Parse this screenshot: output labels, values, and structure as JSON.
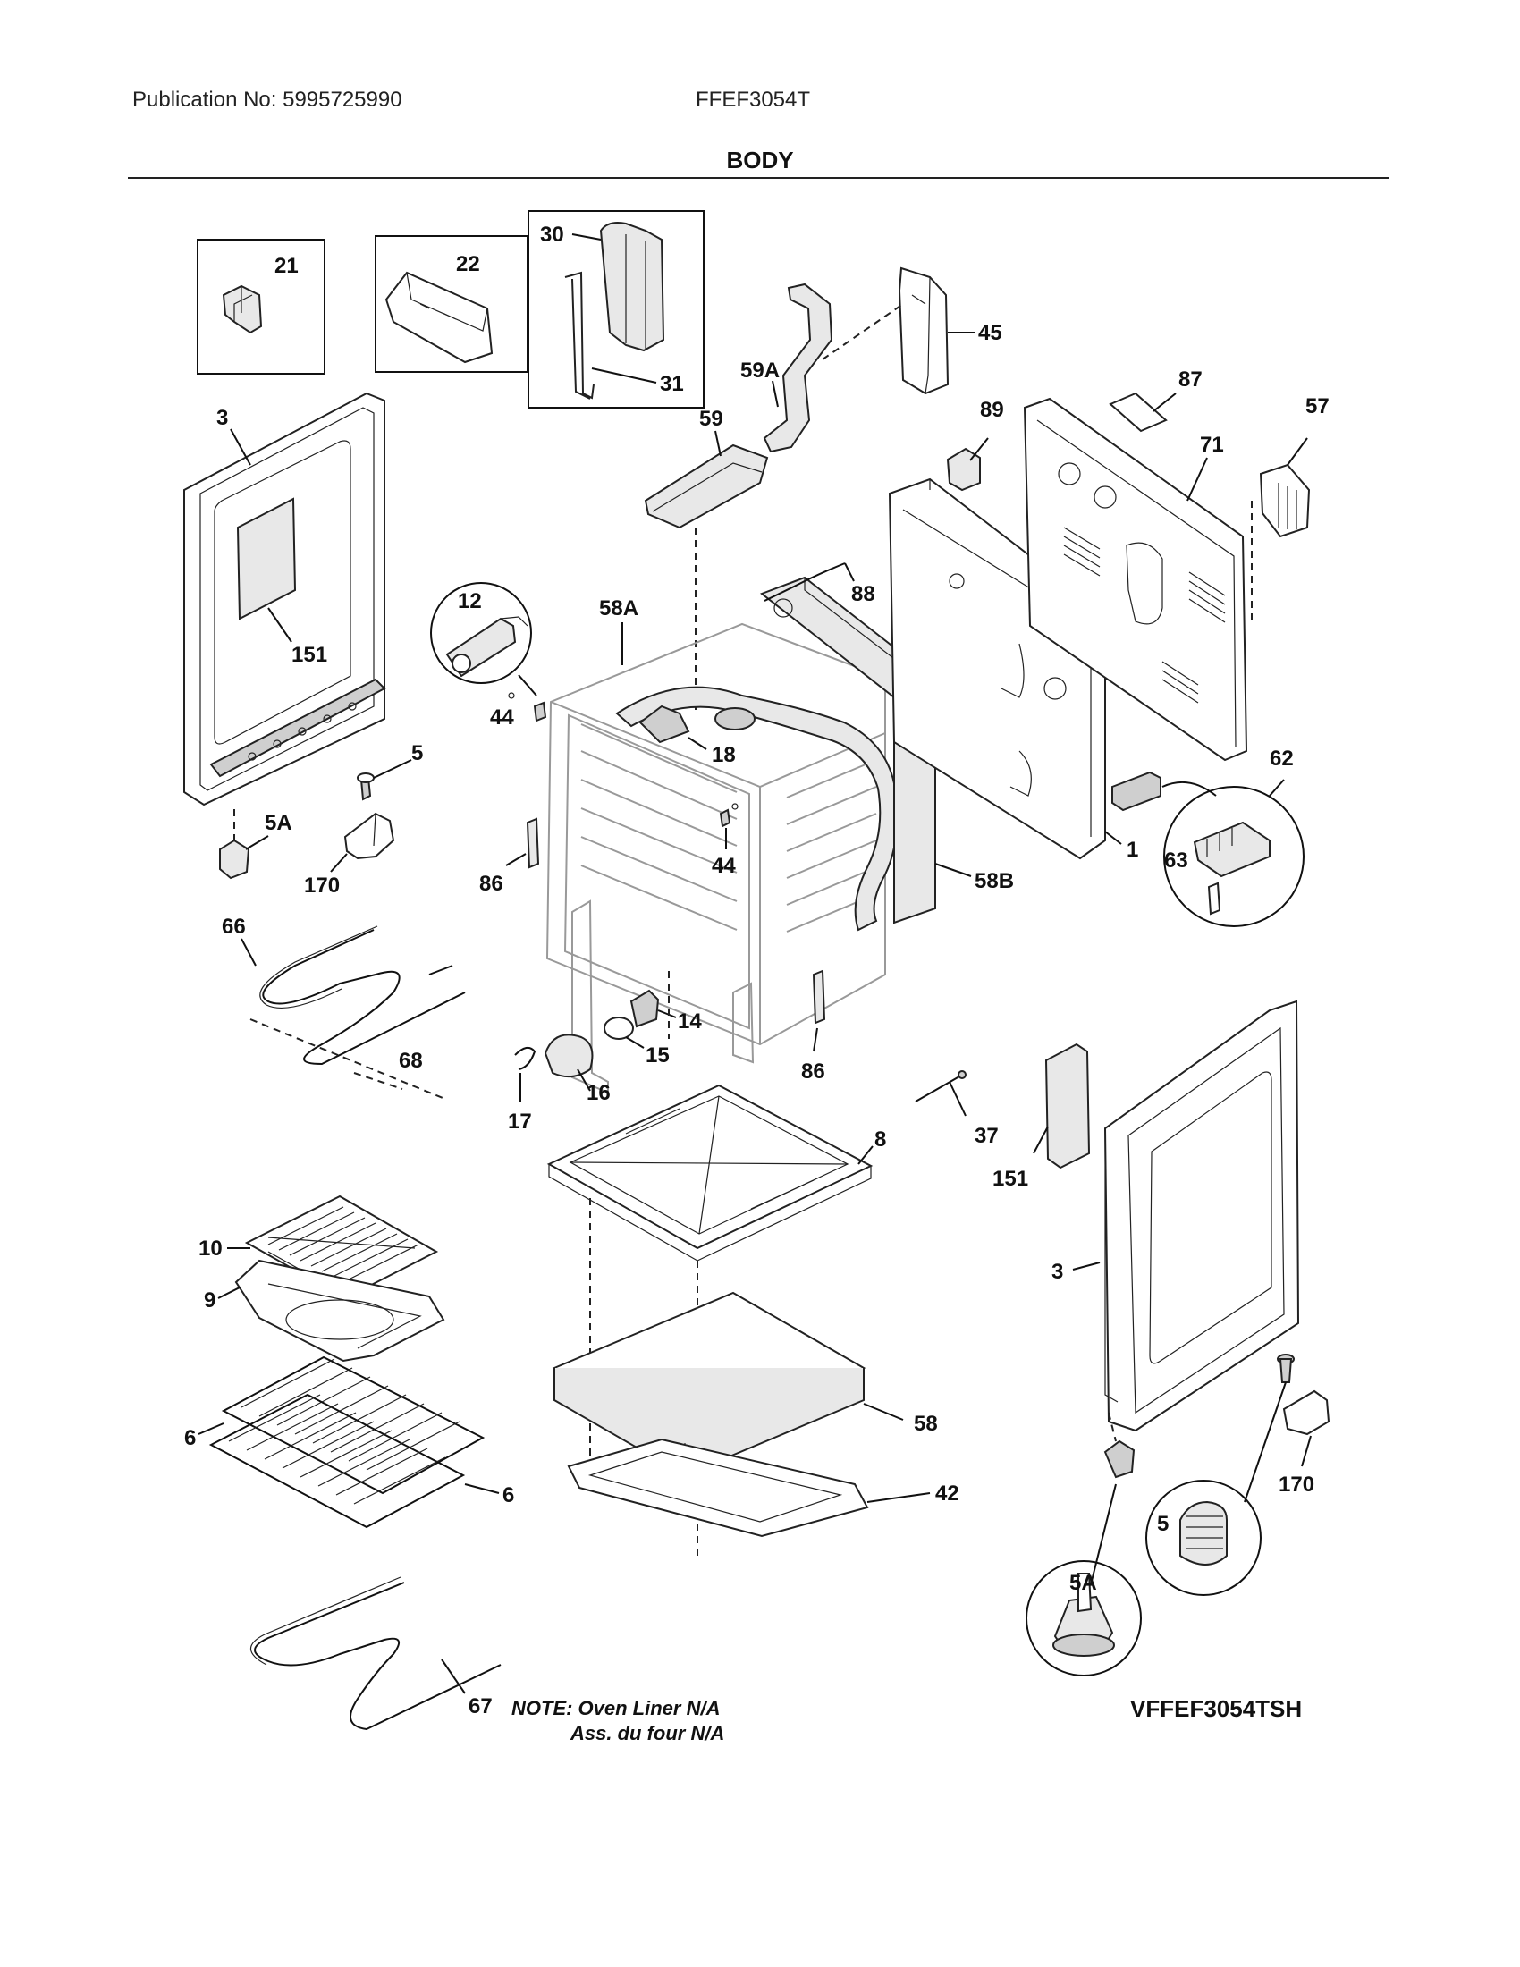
{
  "header": {
    "publication": "Publication No: 5995725990",
    "model": "FFEF3054T",
    "title": "BODY"
  },
  "callouts": {
    "c21": "21",
    "c22": "22",
    "c30": "30",
    "c31": "31",
    "c45": "45",
    "c59A": "59A",
    "c59": "59",
    "c87": "87",
    "c57": "57",
    "c89": "89",
    "c71": "71",
    "c3a": "3",
    "c151a": "151",
    "c12": "12",
    "c58A": "58A",
    "c88": "88",
    "c44a": "44",
    "c18": "18",
    "c44b": "44",
    "c62": "62",
    "c63": "63",
    "c1": "1",
    "c58B": "58B",
    "c5a": "5",
    "c5Aa": "5A",
    "c170a": "170",
    "c86a": "86",
    "c66": "66",
    "c68": "68",
    "c14": "14",
    "c15": "15",
    "c16": "16",
    "c17": "17",
    "c86b": "86",
    "c37": "37",
    "c151b": "151",
    "c8": "8",
    "c3b": "3",
    "c10": "10",
    "c9": "9",
    "c6a": "6",
    "c6b": "6",
    "c58": "58",
    "c42": "42",
    "c170b": "170",
    "c5b": "5",
    "c5Ab": "5A",
    "c67": "67"
  },
  "note": {
    "line1": "NOTE: Oven Liner N/A",
    "line2": "Ass. du four N/A"
  },
  "reference": "VFFEF3054TSH"
}
